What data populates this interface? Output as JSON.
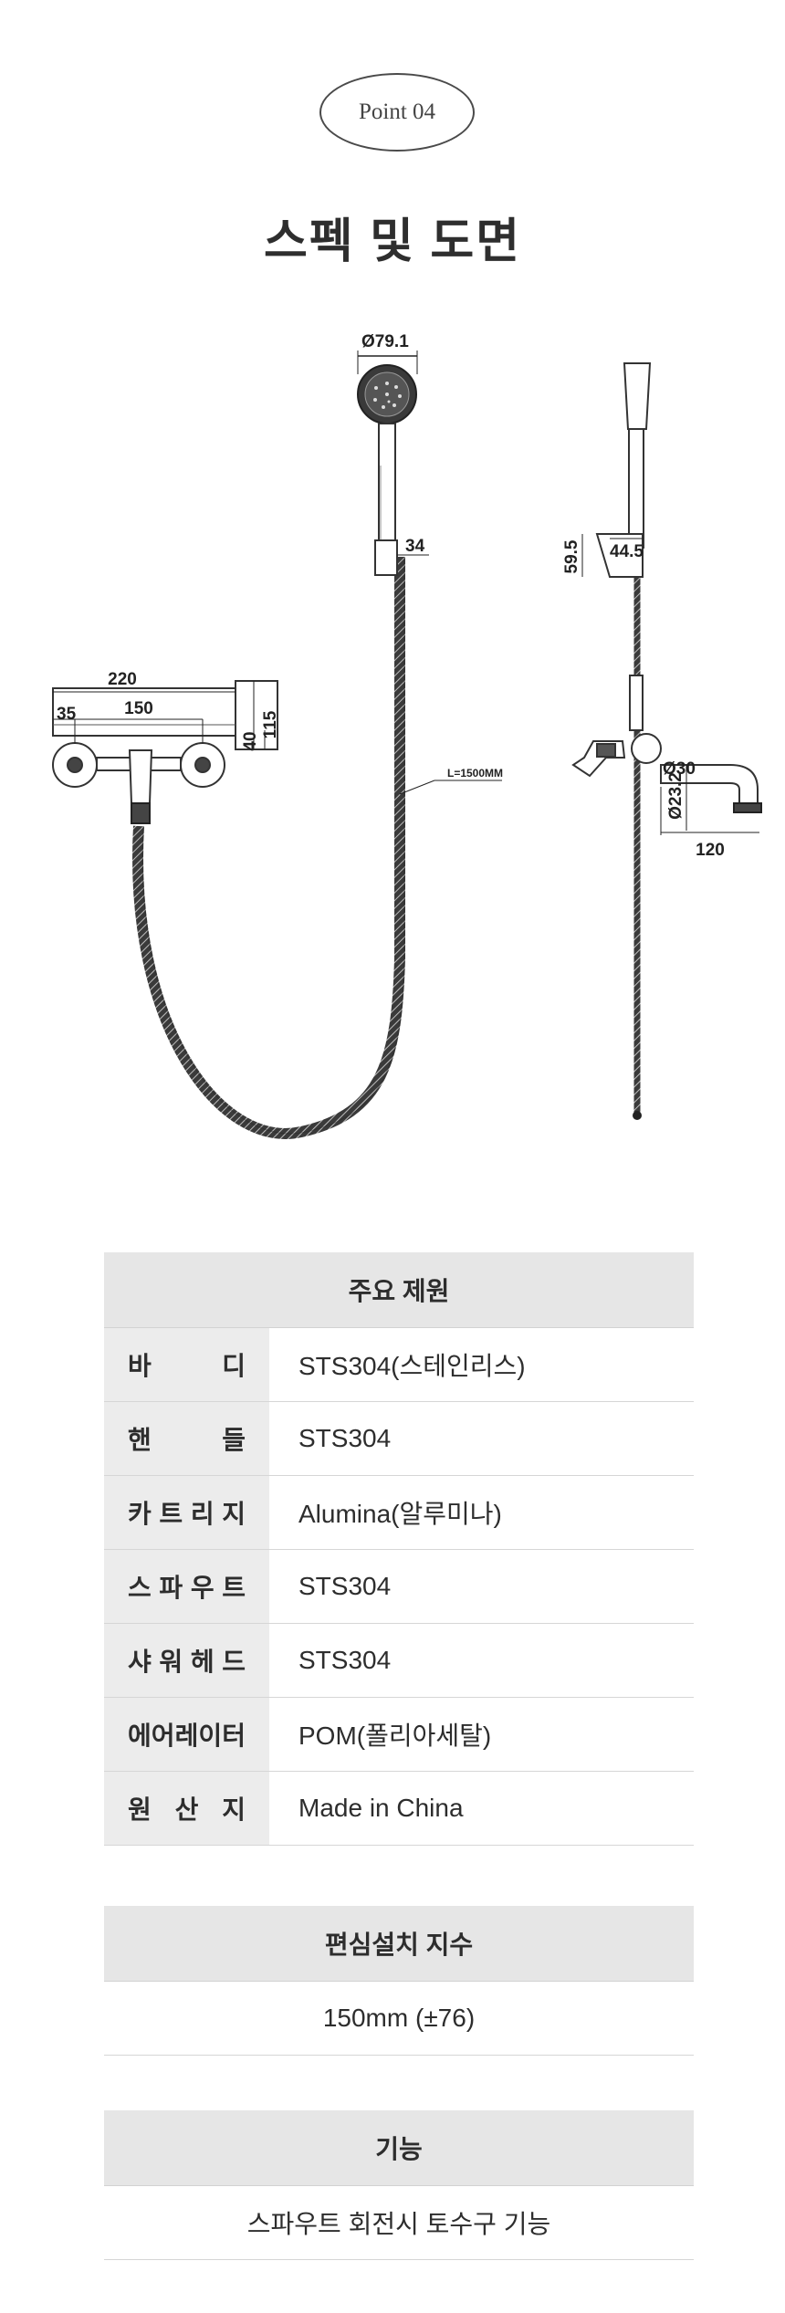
{
  "badge": "Point 04",
  "title": "스펙 및 도면",
  "drawing": {
    "dims": {
      "head_dia": "Ø79.1",
      "holder_width": "34",
      "holder_height": "59.5",
      "holder_depth": "44.5",
      "body_width": "220",
      "center_distance": "150",
      "cap_width": "35",
      "body_height": "115",
      "body_depth": "40",
      "hose_length": "L=1500MM",
      "spout_dia": "Ø30",
      "spout_outlet_dia": "Ø23.2",
      "spout_length": "120"
    }
  },
  "spec_table": {
    "header": "주요 제원",
    "rows": [
      {
        "label": [
          "바",
          "디"
        ],
        "value": "STS304(스테인리스)"
      },
      {
        "label": [
          "핸",
          "들"
        ],
        "value": "STS304"
      },
      {
        "label": [
          "카",
          "트",
          "리",
          "지"
        ],
        "value": "Alumina(알루미나)"
      },
      {
        "label": [
          "스",
          "파",
          "우",
          "트"
        ],
        "value": "STS304"
      },
      {
        "label": [
          "샤",
          "워",
          "헤",
          "드"
        ],
        "value": "STS304"
      },
      {
        "label": [
          "에",
          "어",
          "레",
          "이",
          "터"
        ],
        "value": "POM(폴리아세탈)"
      },
      {
        "label": [
          "원",
          "산",
          "지"
        ],
        "value": "Made in China"
      }
    ]
  },
  "offset_table": {
    "header": "편심설치 지수",
    "value": "150mm (±76)"
  },
  "feature_table": {
    "header": "기능",
    "value": "스파우트 회전시 토수구 기능"
  }
}
